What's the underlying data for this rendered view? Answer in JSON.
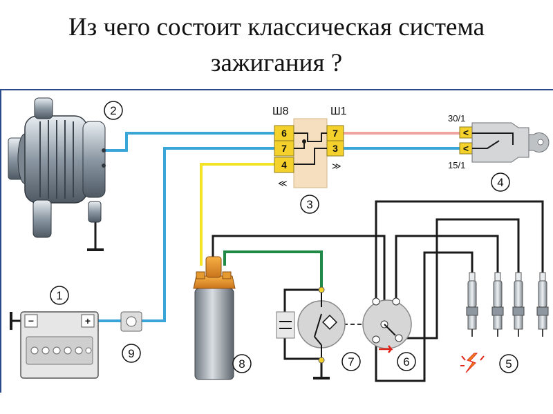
{
  "title": {
    "line1": "Из чего состоит классическая система",
    "line2": "зажигания ?"
  },
  "colors": {
    "wire_blue": "#3aa6d8",
    "wire_yellow": "#f2e325",
    "wire_pink": "#f2a3a0",
    "wire_green": "#1f8a46",
    "wire_black": "#1a1a1a",
    "relay_fill": "#f6dfbe",
    "pin_fill": "#f4d22b",
    "rule_blue": "#2b4a8b"
  },
  "components": {
    "generator_number": "2",
    "relay_number": "3",
    "switch_number": "4",
    "plugs_number": "5",
    "distributor_number": "6",
    "breaker_number": "7",
    "coil_number": "8",
    "fuse_number": "9",
    "battery_number": "1"
  },
  "relay": {
    "left_header": "Ш8",
    "right_header": "Ш1",
    "left_pins": [
      "6",
      "7",
      "4"
    ],
    "right_pins": [
      "7",
      "3"
    ]
  },
  "switch": {
    "top_terminal": "30/1",
    "bottom_terminal": "15/1"
  },
  "battery": {
    "minus": "−",
    "plus": "+"
  }
}
